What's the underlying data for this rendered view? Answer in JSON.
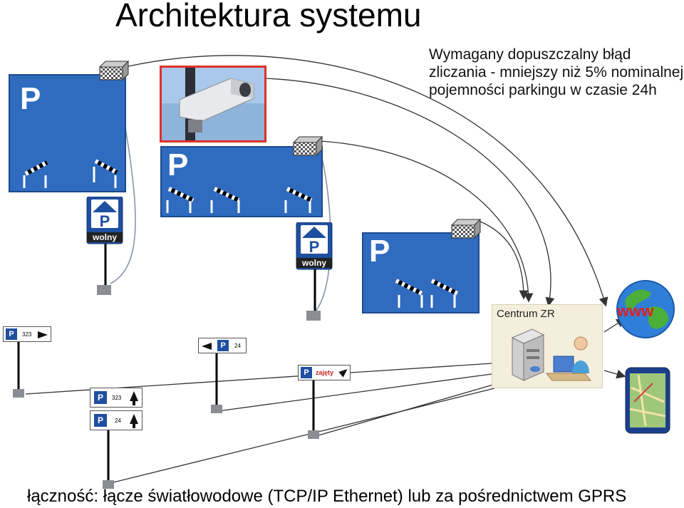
{
  "title": "Architektura systemu",
  "note": "Wymagany dopuszczalny błąd zliczania - mniejszy niż 5% nominalnej pojemności parkingu w czasie 24h",
  "footer": "łączność: łącze światłowodowe (TCP/IP  Ethernet) lub za pośrednictwem GPRS",
  "parking": {
    "letter": "P"
  },
  "signs": {
    "free_label": "wolny",
    "occupied_label": "zajęty"
  },
  "guide_signs": [
    {
      "number": "323"
    },
    {
      "number": "24"
    },
    {
      "number": "323"
    },
    {
      "number": "24"
    }
  ],
  "center": {
    "label": "Centrum ZR"
  },
  "www": {
    "label": "www"
  },
  "colors": {
    "lot_blue": "#2f6bbf",
    "camera_frame": "#e0302a",
    "wire": "#8a93a6",
    "center_bg": "#f4eedc"
  }
}
